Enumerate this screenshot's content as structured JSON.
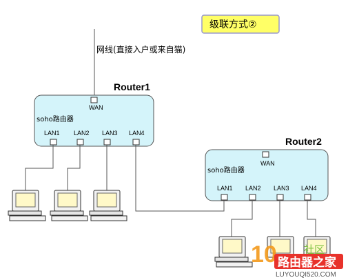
{
  "title": "级联方式②",
  "cable_label": "网线(直接入户或来自猫)",
  "router1": {
    "name": "Router1",
    "type_label": "soho路由器",
    "wan_label": "WAN",
    "lan_labels": [
      "LAN1",
      "LAN2",
      "LAN3",
      "LAN4"
    ]
  },
  "router2": {
    "name": "Router2",
    "type_label": "soho路由器",
    "wan_label": "WAN",
    "lan_labels": [
      "LAN1",
      "LAN2",
      "LAN3",
      "LAN4"
    ]
  },
  "watermark": {
    "brand": "路由器之家",
    "url": "LUYOUQI520.COM",
    "she": "社区",
    "num": "10"
  },
  "colors": {
    "title_bg": "#ffff66",
    "title_border": "#9999cc",
    "router_fill": "#d4f4fa",
    "router_border": "#555555",
    "line": "#555555",
    "wm_red": "#e8322b",
    "wm_orange": "#f39a1b"
  }
}
